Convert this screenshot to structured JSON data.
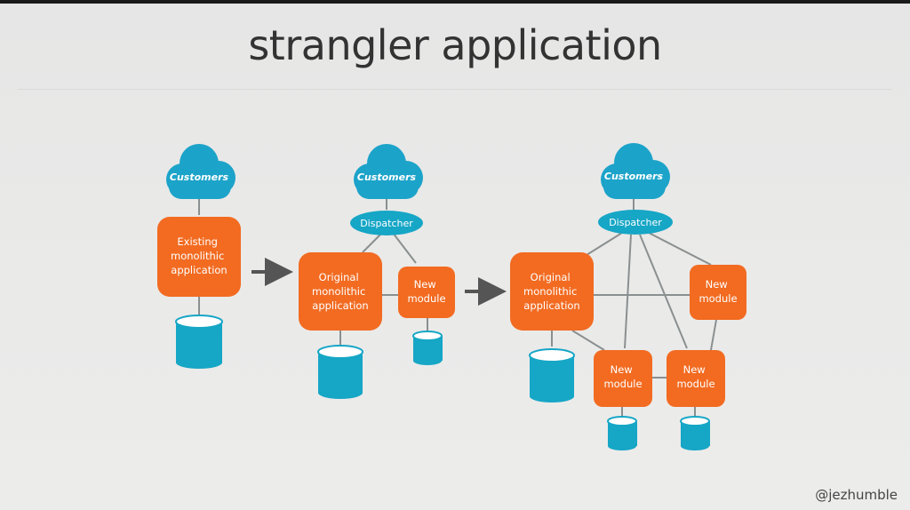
{
  "slide": {
    "title": "strangler application",
    "author": "@jezhumble"
  },
  "colors": {
    "orange": "#f26b21",
    "teal": "#16a6c6",
    "cloud": "#1ca3c9",
    "line": "#8a8f90",
    "arrow": "#555555"
  },
  "diagrams": [
    {
      "customers": "Customers",
      "app": "Existing monolithic application"
    },
    {
      "customers": "Customers",
      "dispatcher": "Dispatcher",
      "app": "Original monolithic application",
      "module": "New module"
    },
    {
      "customers": "Customers",
      "dispatcher": "Dispatcher",
      "app": "Original monolithic application",
      "module_right": "New module",
      "module_bottom_left": "New module",
      "module_bottom_right": "New module"
    }
  ]
}
